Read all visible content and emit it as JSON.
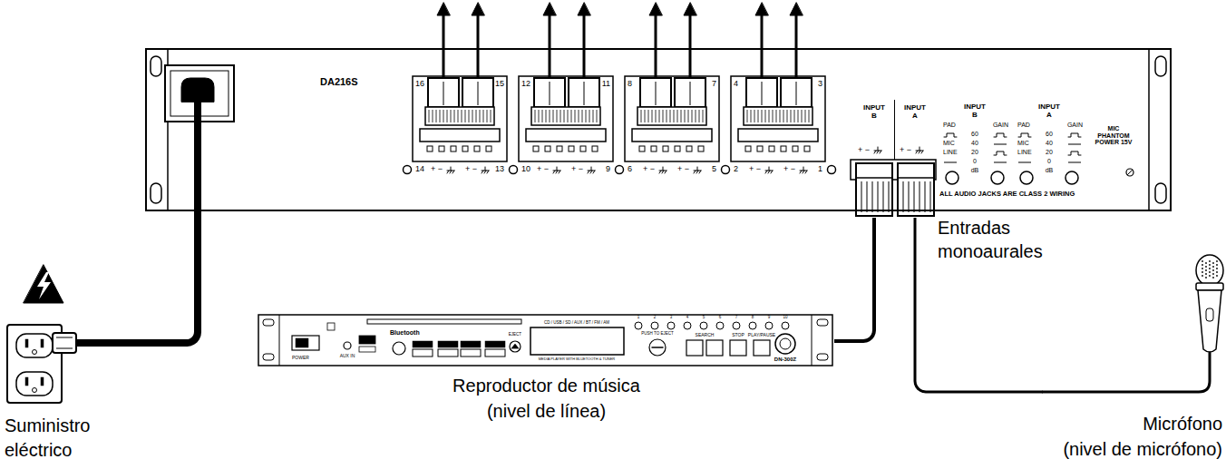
{
  "diagram": {
    "nodes": [
      {
        "text": [
          "DA216S"
        ]
      },
      {
        "text": [
          "INPUT B",
          "+ −"
        ],
        "in": 0
      },
      {
        "text": [
          "INPUT A",
          "+ −"
        ],
        "in": 0
      },
      {
        "text": [
          "Suministro eléctrico"
        ]
      },
      {
        "text": [
          "Reproductor de música",
          "(nivel de línea)"
        ]
      },
      {
        "text": [
          "Micrófono",
          "(nivel de micrófono)"
        ]
      }
    ],
    "edges": [
      {
        "from": 3,
        "to": 0,
        "arrow": "none"
      },
      {
        "from": 4,
        "to": 1,
        "arrow": "none"
      },
      {
        "from": 5,
        "to": 2,
        "arrow": "none"
      }
    ],
    "labels": [
      "16",
      "15",
      "14",
      "13",
      "+ −",
      "+ −",
      "12",
      "11",
      "10",
      "9",
      "+ −",
      "+ −",
      "8",
      "7",
      "6",
      "5",
      "+ −",
      "+ −",
      "4",
      "3",
      "2",
      "1",
      "+ −",
      "+ −",
      "INPUT B",
      "PAD",
      "GAIN",
      "60",
      "MIC",
      "40",
      "LINE",
      "20",
      "0",
      "dB",
      "INPUT A",
      "PAD",
      "GAIN",
      "60",
      "MIC",
      "40",
      "LINE",
      "20",
      "0",
      "dB",
      "MIC PHANTOM POWER 15V",
      "ALL AUDIO JACKS ARE CLASS 2 WIRING",
      "Entradas monoaurales",
      "POWER",
      "AUX IN",
      "Bluetooth",
      "EJECT",
      "CD / USB / SD / AUX / BT / FM / AM",
      "PUSH TO EJECT",
      "SEARCH",
      "STOP",
      "PLAY/PAUSE",
      "DN-300Z",
      "1",
      "2",
      "3",
      "4",
      "5",
      "6",
      "7",
      "8",
      "9",
      "10",
      "MEDIA PLAYER WITH BLUETOOTH & TUNER"
    ]
  }
}
